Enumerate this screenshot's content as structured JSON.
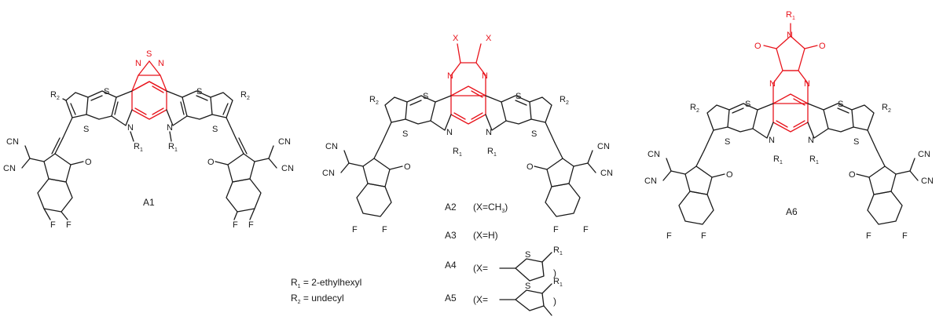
{
  "atoms": {
    "S": "S",
    "N": "N",
    "O": "O",
    "F": "F",
    "CN": "CN",
    "R1": "R",
    "R1_sub": "1",
    "R2": "R",
    "R2_sub": "2",
    "X": "X"
  },
  "compounds": {
    "A1": "A1",
    "A6": "A6"
  },
  "variants": [
    {
      "id": "A2",
      "x_label": "(X=CH",
      "x_sub": "3",
      "x_close": ")"
    },
    {
      "id": "A3",
      "x_label": "(X=H)"
    },
    {
      "id": "A4",
      "x_label": "(X=",
      "x_close": ")"
    },
    {
      "id": "A5",
      "x_label": "(X=",
      "x_close": ")"
    }
  ],
  "legend": {
    "r1_prefix": "R",
    "r1_sub": "1",
    "r1_text": " = 2-ethylhexyl",
    "r2_prefix": "R",
    "r2_sub": "2",
    "r2_text": " = undecyl"
  },
  "colors": {
    "bond": "#1a1a1a",
    "highlight": "#e8141c"
  }
}
